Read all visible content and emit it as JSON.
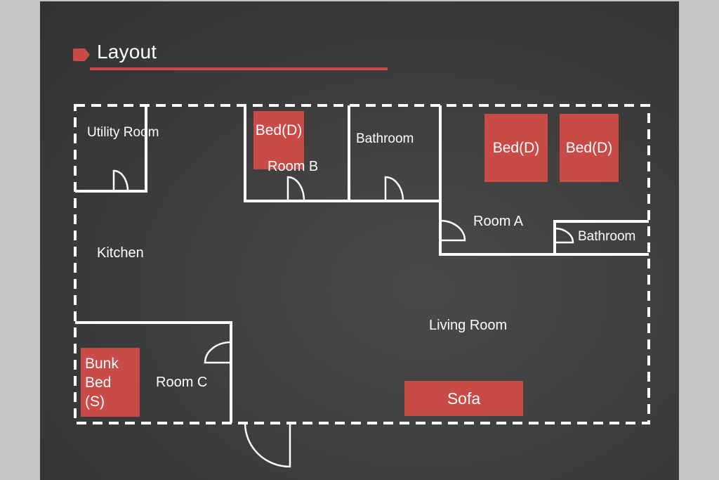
{
  "header": {
    "title": "Layout"
  },
  "colors": {
    "accent": "#c94a47",
    "wall": "#ffffff",
    "background": "#3c3c3c"
  },
  "rooms": {
    "utility_room": "Utility Room",
    "room_b": "Room B",
    "bathroom_top": "Bathroom",
    "room_a": "Room A",
    "bathroom_a": "Bathroom",
    "kitchen": "Kitchen",
    "living_room": "Living Room",
    "room_c": "Room C"
  },
  "furniture": {
    "bed_room_b": "Bed(D)",
    "bed_room_a_1": "Bed(D)",
    "bed_room_a_2": "Bed(D)",
    "bunk_bed_line1": "Bunk",
    "bunk_bed_line2": "Bed",
    "bunk_bed_line3": "(S)",
    "sofa": "Sofa"
  }
}
